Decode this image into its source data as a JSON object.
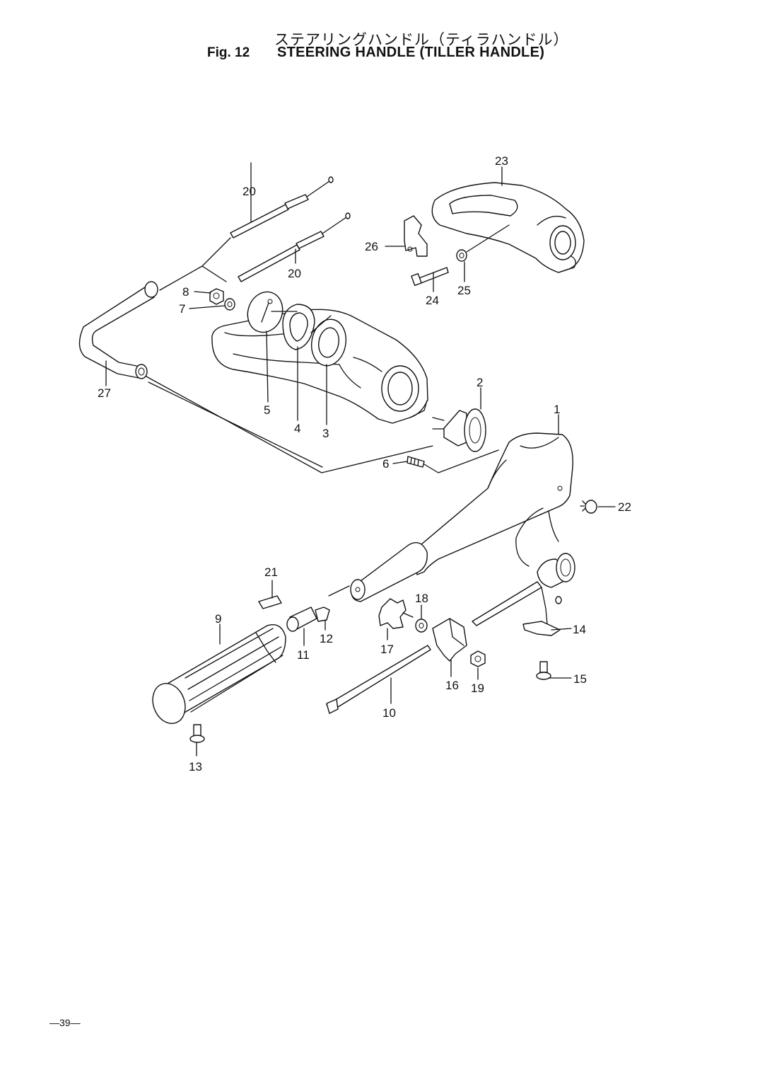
{
  "header": {
    "title_jp": "ステアリングハンドル（ティラハンドル）",
    "figure_label": "Fig. 12",
    "title_en": "STEERING HANDLE (TILLER HANDLE)"
  },
  "callouts": {
    "c1": "1",
    "c2": "2",
    "c3": "3",
    "c4": "4",
    "c5": "5",
    "c6": "6",
    "c7": "7",
    "c8": "8",
    "c9": "9",
    "c10": "10",
    "c11": "11",
    "c12": "12",
    "c13": "13",
    "c14": "14",
    "c15": "15",
    "c16": "16",
    "c17": "17",
    "c18": "18",
    "c19": "19",
    "c20a": "20",
    "c20b": "20",
    "c21": "21",
    "c22": "22",
    "c23": "23",
    "c24": "24",
    "c25": "25",
    "c26": "26",
    "c27": "27"
  },
  "footer": {
    "page_number": "—39—"
  }
}
